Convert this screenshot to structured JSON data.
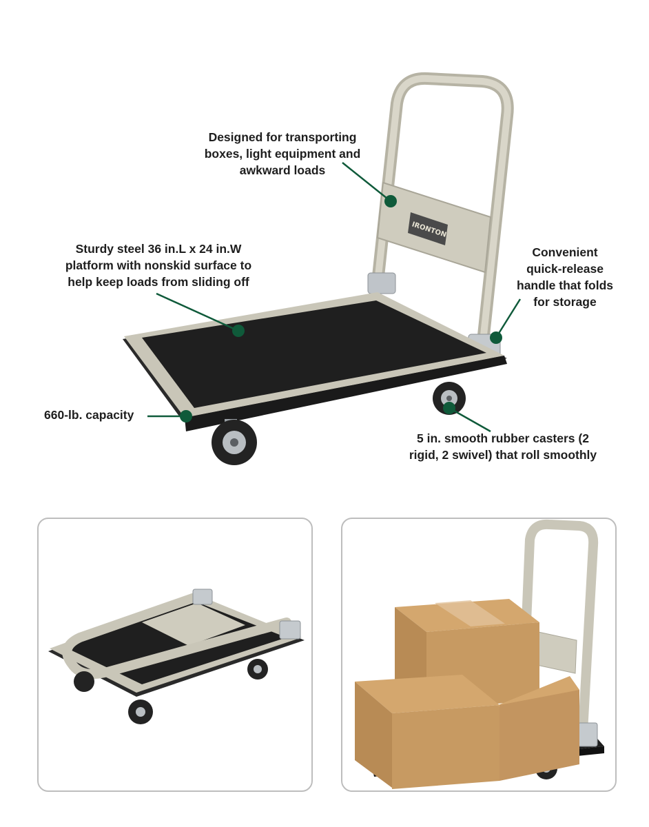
{
  "callouts": {
    "designed": [
      "Designed for transporting",
      "boxes, light equipment and",
      "awkward loads"
    ],
    "platform": [
      "Sturdy steel 36 in.L x 24 in.W",
      "platform with nonskid surface to",
      "help keep loads from sliding off"
    ],
    "handle": [
      "Convenient",
      "quick-release",
      "handle that folds",
      "for storage"
    ],
    "capacity": "660-lb. capacity",
    "casters": [
      "5 in. smooth rubber casters (2",
      "rigid, 2 swivel) that roll smoothly"
    ]
  },
  "brand": {
    "logo_text": "IRONTON"
  },
  "colors": {
    "accent_green": "#0f5a3a",
    "frame": "#c9c6b8",
    "deck": "#1f1f1f",
    "cardboard": "#c79a62"
  },
  "icons": [
    "callout-dot-icon"
  ]
}
